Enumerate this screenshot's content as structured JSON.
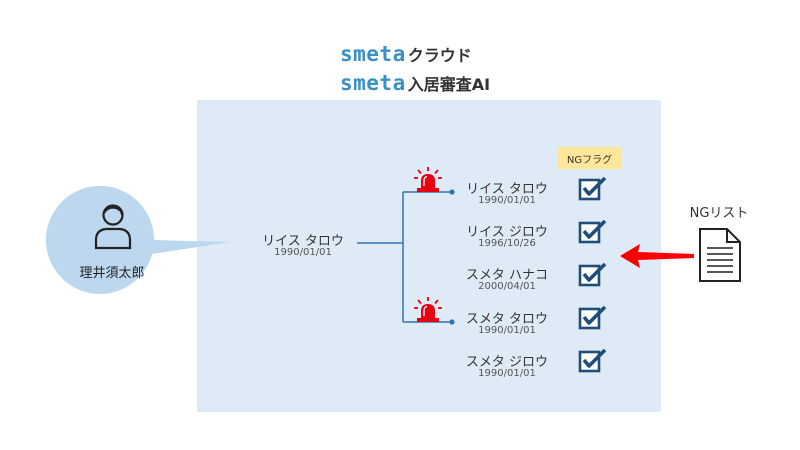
{
  "header": {
    "line1": {
      "brand": "smeta",
      "suffix": "クラウド"
    },
    "line2": {
      "brand": "smeta",
      "suffix": "入居審査AI"
    }
  },
  "applicant": {
    "label": "理井須太郎",
    "icon": "person-icon"
  },
  "query": {
    "name": "リイス タロウ",
    "date": "1990/01/01"
  },
  "ng_flag_label": "NGフラグ",
  "results": [
    {
      "name": "リイス タロウ",
      "date": "1990/01/01",
      "alert": true
    },
    {
      "name": "リイス ジロウ",
      "date": "1996/10/26",
      "alert": false
    },
    {
      "name": "スメタ ハナコ",
      "date": "2000/04/01",
      "alert": false
    },
    {
      "name": "スメタ タロウ",
      "date": "1990/01/01",
      "alert": true
    },
    {
      "name": "スメタ ジロウ",
      "date": "1990/01/01",
      "alert": false
    }
  ],
  "ng_list": {
    "label": "NGリスト",
    "icon": "document-icon"
  },
  "colors": {
    "brand": "#3a8fc6",
    "panel": "#deeaf6",
    "bubble": "#bcd7ee",
    "line": "#2e75b6",
    "check": "#1f4e79",
    "flag_bg": "#ffe699",
    "alert": "#e60012",
    "arrow": "#ff0000"
  }
}
